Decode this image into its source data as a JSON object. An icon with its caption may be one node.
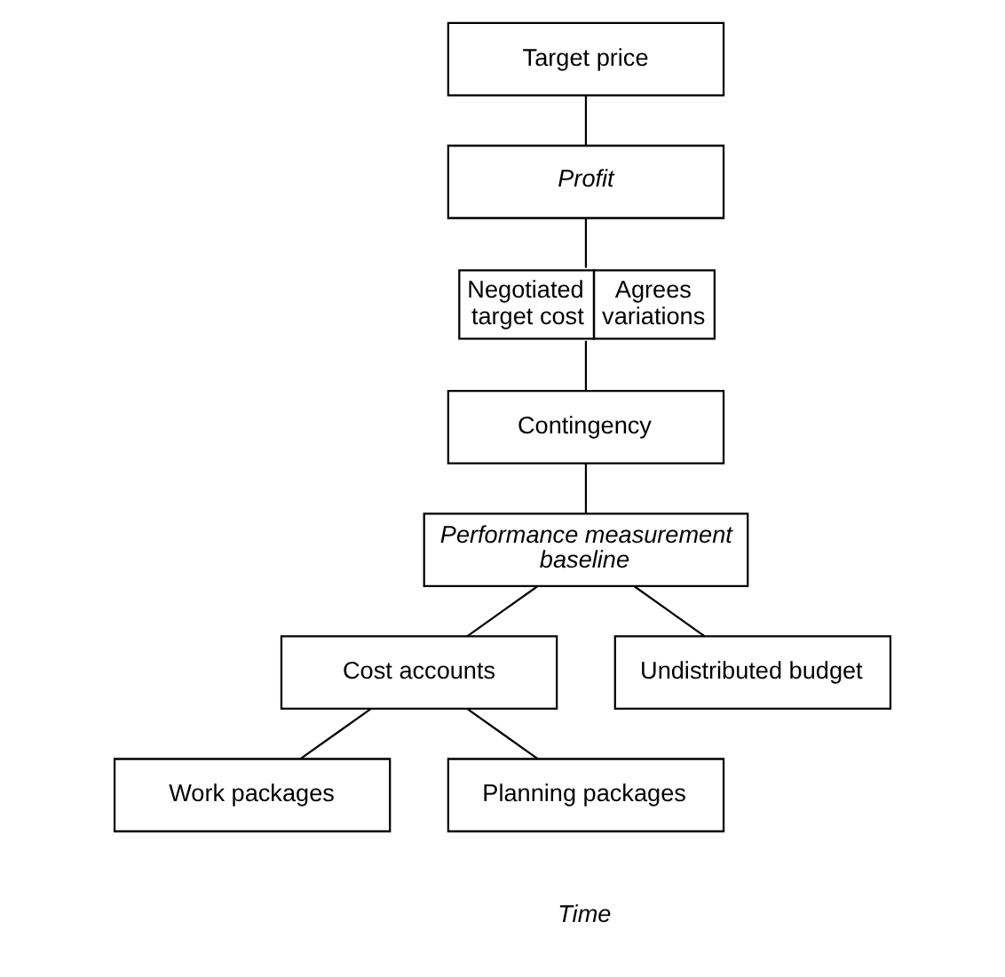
{
  "diagram": {
    "nodes": [
      {
        "text": [
          "Target price"
        ]
      },
      {
        "text": [
          "Profit"
        ]
      },
      {
        "text": [
          "Negotiated target cost",
          "Agrees variations"
        ]
      },
      {
        "text": [
          "Contingency"
        ]
      },
      {
        "text": [
          "Performance measurement baseline"
        ]
      },
      {
        "text": [
          "Cost accounts"
        ]
      },
      {
        "text": [
          "Undistributed budget"
        ]
      },
      {
        "text": [
          "Work packages"
        ]
      },
      {
        "text": [
          "Planning packages"
        ]
      }
    ],
    "edges": [
      {
        "from": 0,
        "to": 1,
        "arrow": "none"
      },
      {
        "from": 1,
        "to": 2,
        "arrow": "none"
      },
      {
        "from": 2,
        "to": 3,
        "arrow": "none"
      },
      {
        "from": 3,
        "to": 4,
        "arrow": "none"
      },
      {
        "from": 4,
        "to": 5,
        "arrow": "none"
      },
      {
        "from": 4,
        "to": 6,
        "arrow": "none"
      },
      {
        "from": 5,
        "to": 7,
        "arrow": "none"
      },
      {
        "from": 5,
        "to": 8,
        "arrow": "none"
      }
    ],
    "labels": [
      "Time"
    ]
  }
}
